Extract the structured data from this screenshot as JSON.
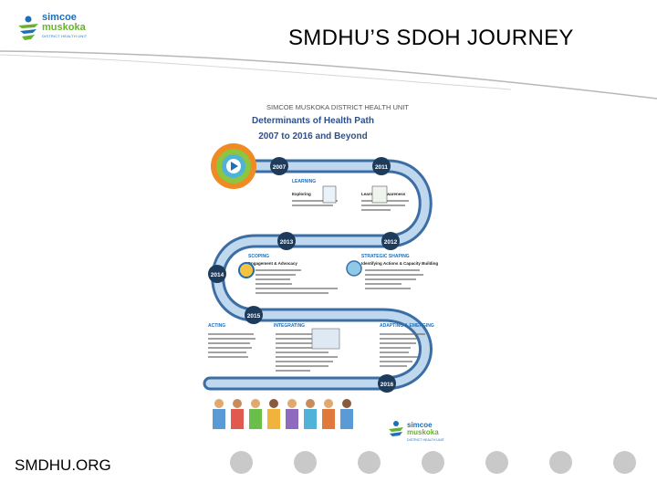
{
  "slide": {
    "title": "SMDHU’S SDOH JOURNEY",
    "footer_url": "SMDHU.ORG"
  },
  "logo": {
    "simcoe": "simcoe",
    "muskoka": "muskoka",
    "tagline": "DISTRICT HEALTH UNIT"
  },
  "infographic": {
    "org": "SIMCOE MUSKOKA DISTRICT HEALTH UNIT",
    "title_line1": "Determinants of Health Path",
    "title_line2": "2007 to 2016 and Beyond",
    "years": [
      "2007",
      "2011",
      "2013",
      "2012",
      "2014",
      "2015",
      "2016"
    ],
    "stages": [
      "LEARNING",
      "STRATEGIC SHAPING",
      "SCOPING",
      "INTEGRATING",
      "ACTING",
      "ADAPTING & EMERGING"
    ],
    "stage_headings": [
      "Exploring",
      "Learning & Awareness",
      "Engagement & Advocacy",
      "Identifying Actions & Capacity Building"
    ],
    "bottom_logo_simcoe": "simcoe",
    "bottom_logo_muskoka": "muskoka",
    "bottom_logo_tag": "DISTRICT HEALTH UNIT"
  },
  "colors": {
    "brand_blue": "#1d6fb8",
    "brand_green": "#69b22f",
    "path_blue": "#6fa8dc",
    "path_dark": "#3b6ea5",
    "title_blue": "#2e4f8e",
    "dot_grey": "#c9c9c9"
  },
  "icons": [
    "play-icon",
    "people-icon"
  ]
}
